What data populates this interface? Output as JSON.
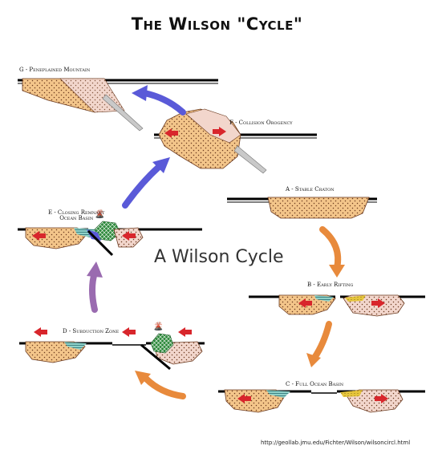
{
  "title": "The Wilson \"Cycle\"",
  "center_label": "A Wilson Cycle",
  "source_url": "http://geollab.jmu.edu/Fichter/Wilson/wilsoncircl.html",
  "stages": {
    "a": "A - Stable Craton",
    "b": "B - Early Rifting",
    "c": "C - Full Ocean Basin",
    "d": "D - Subduction Zone",
    "e_line1": "E - Closing Remnant",
    "e_line2": "Ocean Basin",
    "f": "F - Collision Orogency",
    "g": "G - Peneplained Mountain"
  },
  "colors": {
    "crust": "#f3c58a",
    "pink_crust": "#f2d6cc",
    "dots": "#6b3a1f",
    "plate_line": "#000000",
    "arrow_red": "#d8262c",
    "arrow_orange": "#e88a3c",
    "arrow_purple": "#9a6bb0",
    "arrow_blue": "#5a5ad8",
    "sediment_teal": "#5fa6a1",
    "sediment_yellow": "#e6c53c",
    "volcanic_green": "#2f8a3d",
    "slab_gray": "#c9c9c9"
  }
}
